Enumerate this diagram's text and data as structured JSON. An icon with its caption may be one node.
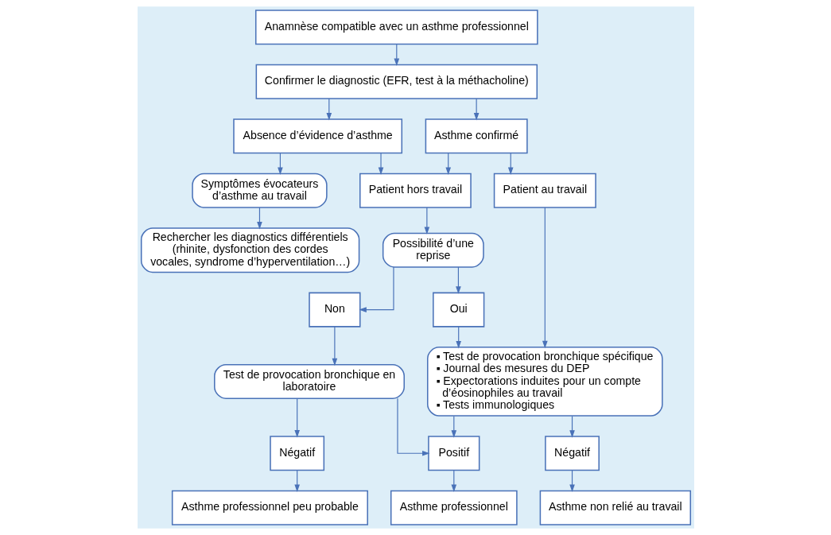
{
  "diagram": {
    "nodes": [
      {
        "text": [
          "Anamnèse compatible avec un asthme professionnel"
        ]
      },
      {
        "text": [
          "Confirmer le diagnostic (EFR, test à la méthacholine)"
        ]
      },
      {
        "text": [
          "Absence d’évidence d’asthme"
        ]
      },
      {
        "text": [
          "Asthme confirmé"
        ]
      },
      {
        "text": [
          "Symptômes évocateurs d’asthme au travail"
        ]
      },
      {
        "text": [
          "Patient hors travail"
        ]
      },
      {
        "text": [
          "Patient au travail"
        ]
      },
      {
        "text": [
          "Rechercher les diagnostics différentiels (rhinite, dysfonction des cordes vocales, syndrome d’hyperventilation…)"
        ]
      },
      {
        "text": [
          "Possibilité d’une reprise"
        ]
      },
      {
        "text": [
          "Non"
        ]
      },
      {
        "text": [
          "Oui"
        ]
      },
      {
        "text": [
          "Test de provocation bronchique en laboratoire"
        ]
      },
      {
        "text": [
          "▪ Test de provocation bronchique spécifique",
          "▪ Journal des mesures du DEP",
          "▪ Expectorations induites pour un compte d’éosinophiles au travail",
          "▪ Tests immunologiques"
        ]
      },
      {
        "text": [
          "Négatif"
        ]
      },
      {
        "text": [
          "Positif"
        ]
      },
      {
        "text": [
          "Négatif"
        ]
      },
      {
        "text": [
          "Asthme professionnel peu probable"
        ]
      },
      {
        "text": [
          "Asthme professionnel"
        ]
      },
      {
        "text": [
          "Asthme non relié au travail"
        ]
      }
    ],
    "edges": [
      {
        "from": 0,
        "to": 1,
        "arrow": "to"
      },
      {
        "from": 1,
        "to": 2,
        "arrow": "to"
      },
      {
        "from": 1,
        "to": 3,
        "arrow": "to"
      },
      {
        "from": 2,
        "to": 4,
        "arrow": "to"
      },
      {
        "from": 2,
        "to": 5,
        "arrow": "to"
      },
      {
        "from": 3,
        "to": 5,
        "arrow": "to"
      },
      {
        "from": 3,
        "to": 6,
        "arrow": "to"
      },
      {
        "from": 4,
        "to": 7,
        "arrow": "to"
      },
      {
        "from": 5,
        "to": 8,
        "arrow": "to"
      },
      {
        "from": 8,
        "to": 9,
        "arrow": "to"
      },
      {
        "from": 8,
        "to": 10,
        "arrow": "to"
      },
      {
        "from": 9,
        "to": 11,
        "arrow": "to"
      },
      {
        "from": 10,
        "to": 12,
        "arrow": "to"
      },
      {
        "from": 6,
        "to": 12,
        "arrow": "to"
      },
      {
        "from": 11,
        "to": 13,
        "arrow": "to"
      },
      {
        "from": 11,
        "to": 14,
        "arrow": "to"
      },
      {
        "from": 12,
        "to": 14,
        "arrow": "to"
      },
      {
        "from": 12,
        "to": 15,
        "arrow": "to"
      },
      {
        "from": 13,
        "to": 16,
        "arrow": "to"
      },
      {
        "from": 14,
        "to": 17,
        "arrow": "to"
      },
      {
        "from": 15,
        "to": 18,
        "arrow": "to"
      }
    ]
  }
}
